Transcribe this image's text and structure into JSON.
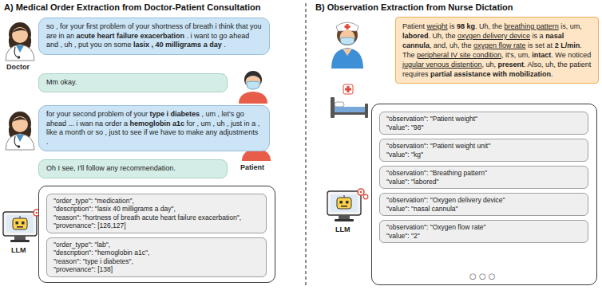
{
  "diagram": {
    "nodes": [
      {
        "text": [
          "so , for your first problem of your shortness of breath i think that you are in an ",
          "acute heart failure exacerbation",
          " . i want to go ahead and , uh , put you on some ",
          "lasix , 40 milligrams a day",
          " ."
        ]
      },
      {
        "text": [
          "Mm okay."
        ]
      },
      {
        "text": [
          "for your second problem of your ",
          "type i diabetes",
          " , um , let's go ahead ... i wan na order a ",
          "hemoglobin a1c",
          " for , um , uh , just in a , like a month or so , just to see if we have to make any adjustments ."
        ]
      },
      {
        "text": [
          "Oh I see, I'll follow any recommendation."
        ]
      },
      {
        "text": []
      },
      {
        "text": [
          "\"order_type\": \"medication\",",
          "\"description\": \"lasix 40 milligrams a day\",",
          "\"reason\": \"hortness of breath acute heart failure exacerbation\",",
          "\"provenance\": [126,127]"
        ],
        "in": 4
      },
      {
        "text": [
          "\"order_type\": \"lab\",",
          "\"description\": \"hemoglobin a1c\",",
          "\"reason\": \"type i diabetes\",",
          "\"provenance\": [138]"
        ],
        "in": 4
      },
      {
        "text": [
          "Patient ",
          "weight",
          " is ",
          "98 kg",
          ". Uh, the ",
          "breathing pattern",
          " is, um, ",
          "labored",
          ". Uh, the ",
          "oxygen delivery device",
          " is a ",
          "nasal cannula",
          ", and, uh, the ",
          "oxygen flow rate",
          " is set at ",
          "2 L/min",
          ". The ",
          "peripheral IV site condition",
          ", it's, um, ",
          "intact",
          ". We noticed ",
          "jugular venous distention",
          ", uh, ",
          "present",
          ". Also, uh, the patient requires ",
          "partial assistance with mobilization",
          "."
        ]
      },
      {
        "text": []
      },
      {
        "text": [
          "\"observation\": \"Patient weight\"",
          "\"value\": \"98\""
        ],
        "in": 8
      },
      {
        "text": [
          "\"observation\": \"Patient weight unit\"",
          "\"value\": \"kg\""
        ],
        "in": 8
      },
      {
        "text": [
          "\"observation\": \"Breathing pattern\"",
          "\"value\": \"labored\""
        ],
        "in": 8
      },
      {
        "text": [
          "\"observation\": \"Oxygen delivery device\"",
          "\"value\": \"nasal cannula\""
        ],
        "in": 8
      },
      {
        "text": [
          "\"observation\": \"Oxygen flow rate\"",
          "\"value\": \"2\""
        ],
        "in": 8
      }
    ],
    "labels": [
      "A) Medical Order Extraction from Doctor-Patient Consultation",
      "Doctor",
      "Patient",
      "LLM",
      "B) Observation Extraction from Nurse Dictation",
      "LLM",
      "○ ○ ○"
    ]
  }
}
